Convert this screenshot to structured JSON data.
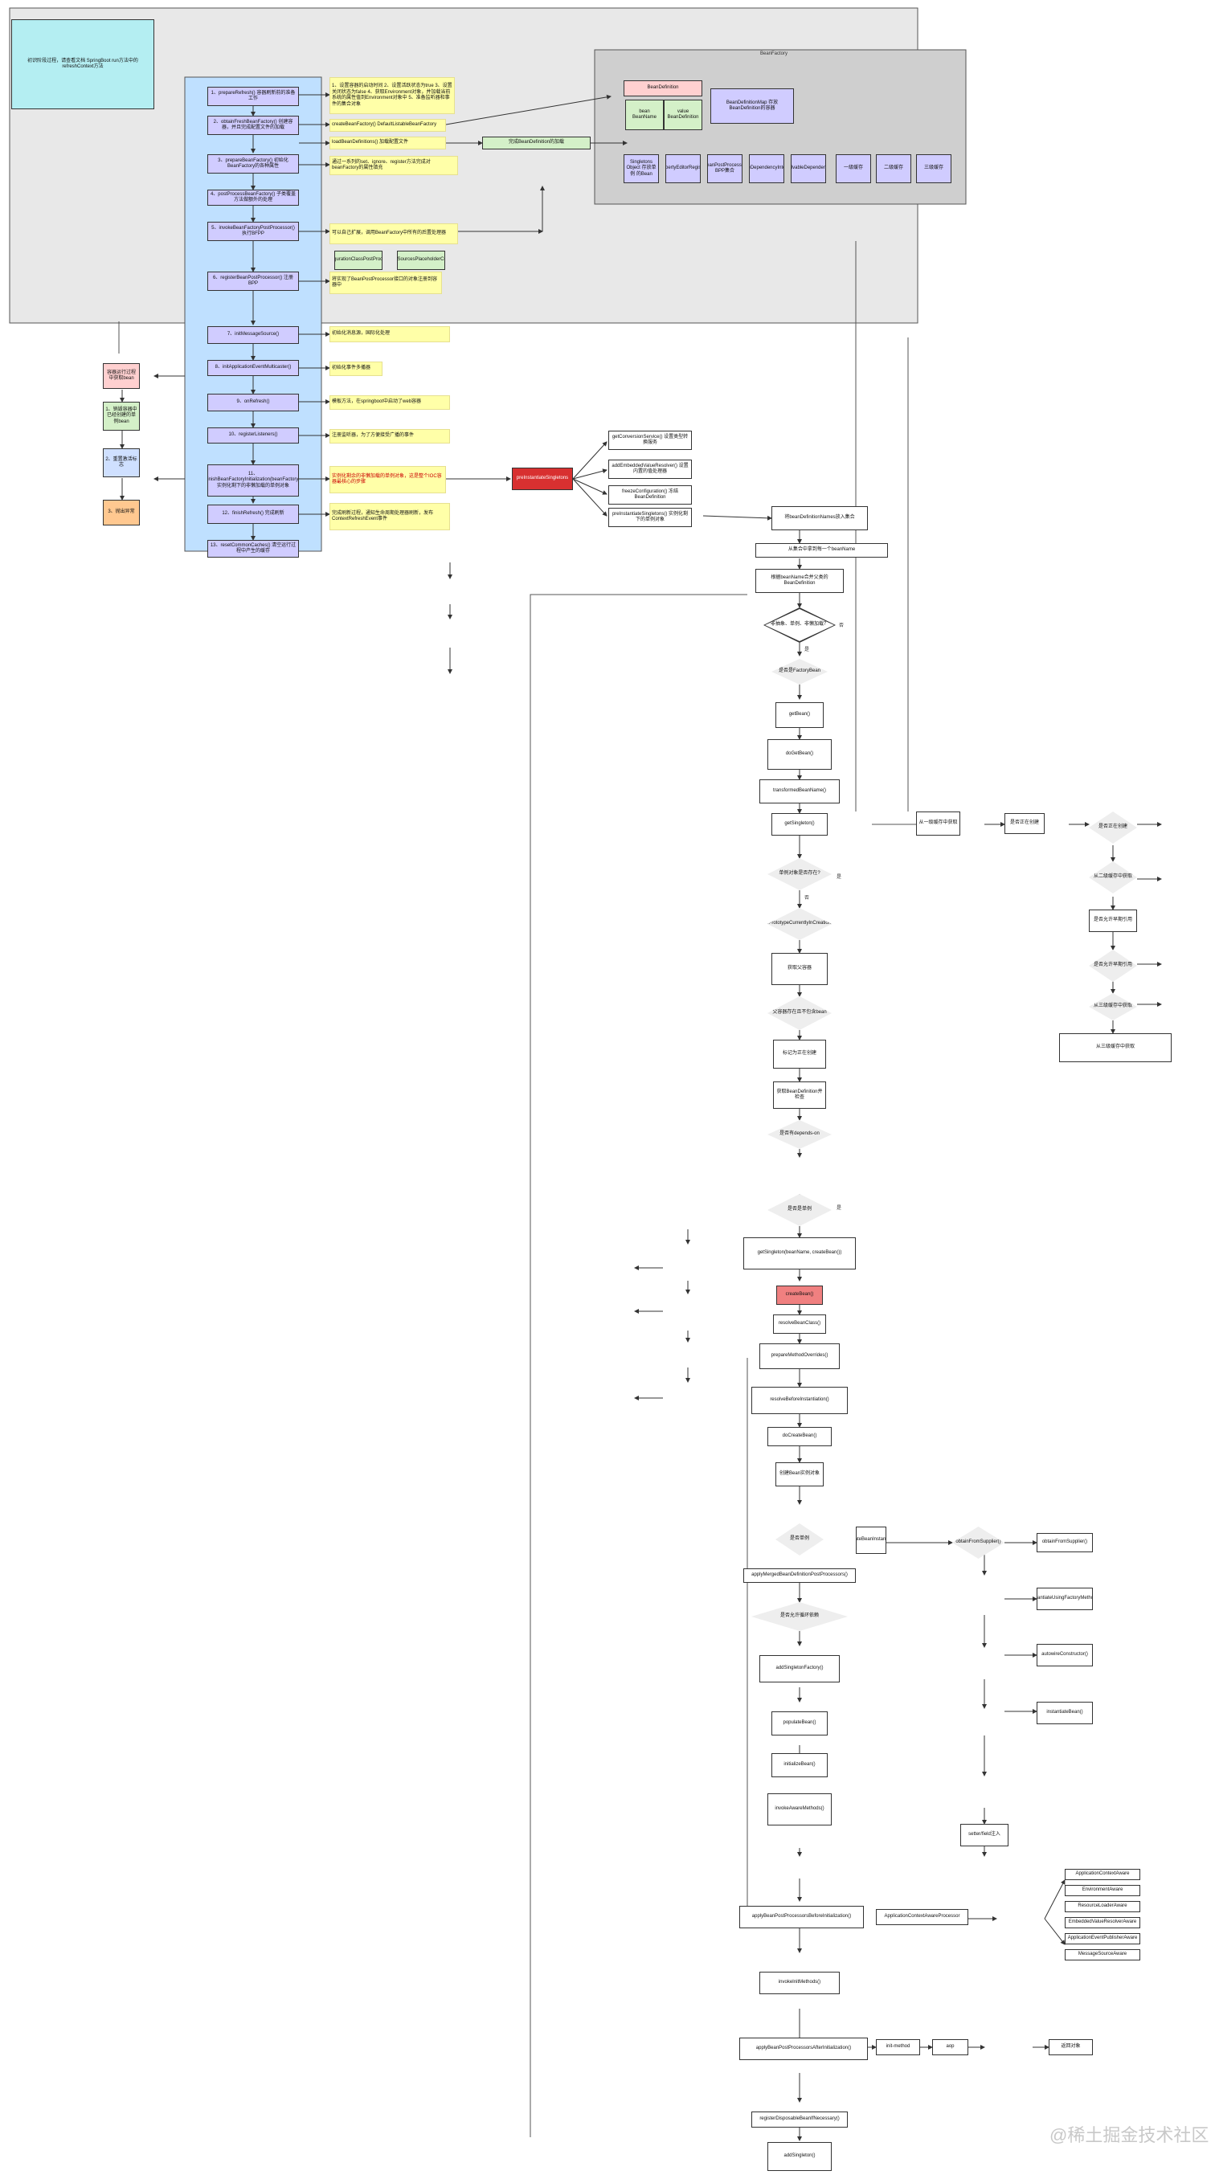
{
  "header_note": "初识阶段过程，请查看文档 SpringBoot run方法中的 refreshContext方法",
  "bean_factory_title": "BeanFactory",
  "watermark": "@稀土掘金技术社区",
  "bf_items": [
    {
      "text": "BeanDefinition"
    },
    {
      "text": "bean BeanName"
    },
    {
      "text": "value BeanDefinition"
    },
    {
      "text": "BeanDefinitionMap 存放BeanDefinition的容器"
    },
    {
      "text": "Singletons Object 存放单例 的Bean"
    },
    {
      "text": "PropertyEditorRegistrar"
    },
    {
      "text": "beanPostProcessor BPP集合"
    },
    {
      "text": "ignoreDependencyInterface"
    },
    {
      "text": "resolvableDependencies"
    },
    {
      "text": "一级缓存"
    },
    {
      "text": "二级缓存"
    },
    {
      "text": "三级缓存"
    }
  ],
  "steps": [
    {
      "text": "1、prepareRefresh() 容器刷新前的准备工作"
    },
    {
      "text": "2、obtainFreshBeanFactory() 创建容器，并且完成配置文件的加载"
    },
    {
      "text": "3、prepareBeanFactory() 初始化BeanFactory的各种属性"
    },
    {
      "text": "4、postProcessBeanFactory() 子类覆盖方法做额外的处理"
    },
    {
      "text": "5、invokeBeanFactoryPostProcessor() 执行BFPP"
    },
    {
      "text": "6、registerBeanPostProcessor() 注册BPP"
    },
    {
      "text": "7、initMessageSource()"
    },
    {
      "text": "8、initApplicationEventMulticaster()"
    },
    {
      "text": "9、onRefresh()"
    },
    {
      "text": "10、registerListeners()"
    },
    {
      "text": "11、finishBeanFactoryInitialization(beanFactory) 实例化剩下的非懒加载的单例对象"
    },
    {
      "text": "12、finishRefresh() 完成刷新"
    },
    {
      "text": "13、resetCommonCaches() 清空运行过程中产生的缓存"
    }
  ],
  "notes": [
    {
      "text": "1、设置容器的启动时间 2、设置活跃状态为true 3、设置关闭状态为false 4、获取Environment对象，并加载当前系统的属性值到Environment对象中 5、准备监听器和事件的集合对象"
    },
    {
      "text": "createBeanFactory() DefaultListableBeanFactory"
    },
    {
      "text": "loadBeanDefinitions() 加载配置文件"
    },
    {
      "text": "通过一系列的set、ignore、register方法完成对beanFactory的属性填充"
    },
    {
      "text": "可以自己扩展，调用BeanFactory中所有的后置处理器"
    },
    {
      "text": "将实现了BeanPostProcessor接口的对象注册到容器中"
    },
    {
      "text": "初始化消息源，国际化处理"
    },
    {
      "text": "初始化事件多播器"
    },
    {
      "text": "模板方法，在springboot中启动了web容器"
    },
    {
      "text": "注册监听器，为了方便接受广播的事件"
    },
    {
      "text": "实例化剩余的非懒加载的单例对象，这是整个IOC容器最核心的步骤"
    },
    {
      "text": "完成刷新过程，通知生命周期处理器刷新，发布ContextRefreshEvent事件"
    }
  ],
  "bfpp_items": [
    {
      "text": "ConfigurationClassPostProcessor"
    },
    {
      "text": "PropertySourcesPlaceholderConfigurer"
    }
  ],
  "bd_load_note": "完成BeanDefinition的加载",
  "left_column": [
    {
      "text": "容器运行过程中获取bean"
    },
    {
      "text": "1、销毁容器中已经创建的单例bean"
    },
    {
      "text": "2、重置激活标志"
    },
    {
      "text": "3、抛出异常"
    }
  ],
  "core_label": "preInstantiateSingletons",
  "mid_items": [
    {
      "text": "getConversionService() 设置类型转换服务"
    },
    {
      "text": "addEmbeddedValueResolver() 设置内置的值处理器"
    },
    {
      "text": "freezeConfiguration() 冻结BeanDefinition"
    },
    {
      "text": "preInstantiateSingletons() 实例化剩下的单例对象"
    }
  ],
  "flow": [
    {
      "text": "将beanDefinitionNames放入集合"
    },
    {
      "text": "从集合中拿到每一个beanName"
    },
    {
      "text": "根据beanName合并父类的BeanDefinition"
    },
    {
      "text": "非抽象、单例、非懒加载？"
    },
    {
      "text": "是否是FactoryBean"
    },
    {
      "text": "getBean()"
    },
    {
      "text": "doGetBean()"
    },
    {
      "text": "transformedBeanName()"
    },
    {
      "text": "getSingleton()"
    },
    {
      "text": "单例对象是否存在?"
    },
    {
      "text": "isPrototypeCurrentlyInCreation()"
    },
    {
      "text": "获取父容器"
    },
    {
      "text": "父容器存在且不包含bean"
    },
    {
      "text": "标记为正在创建"
    },
    {
      "text": "获取BeanDefinition并检查"
    },
    {
      "text": "是否有depends-on"
    },
    {
      "text": "是否是单例"
    },
    {
      "text": "getSingleton(beanName, createBean())"
    },
    {
      "text": "createBean()"
    },
    {
      "text": "resolveBeanClass()"
    },
    {
      "text": "prepareMethodOverrides()"
    },
    {
      "text": "resolveBeforeInstantiation()"
    },
    {
      "text": "doCreateBean()"
    },
    {
      "text": "创建Bean实例对象"
    },
    {
      "text": "是否单例"
    },
    {
      "text": "createBeanInstance()"
    },
    {
      "text": "applyMergedBeanDefinitionPostProcessors()"
    },
    {
      "text": "是否允许循环依赖"
    },
    {
      "text": "addSingletonFactory()"
    },
    {
      "text": "populateBean()"
    },
    {
      "text": "initializeBean()"
    },
    {
      "text": "invokeAwareMethods()"
    },
    {
      "text": "applyBeanPostProcessorsBeforeInitialization()"
    },
    {
      "text": "invokeInitMethods()"
    },
    {
      "text": "applyBeanPostProcessorsAfterInitialization()"
    },
    {
      "text": "registerDisposableBeanIfNecessary()"
    },
    {
      "text": "addSingleton()"
    }
  ],
  "cache_flow": [
    {
      "text": "从一级缓存中获取"
    },
    {
      "text": "是否正在创建"
    },
    {
      "text": "从二级缓存中获取"
    },
    {
      "text": "是否允许早期引用"
    },
    {
      "text": "从三级缓存中获取"
    }
  ],
  "right_flow": [
    {
      "text": "obtainFromSupplier()"
    },
    {
      "text": "instantiateUsingFactoryMethod()"
    },
    {
      "text": "autowireConstructor()"
    },
    {
      "text": "instantiateBean()"
    },
    {
      "text": "setter/field注入"
    }
  ],
  "aware_items": [
    {
      "text": "ApplicationContextAware"
    },
    {
      "text": "EnvironmentAware"
    },
    {
      "text": "ResourceLoaderAware"
    },
    {
      "text": "EmbeddedValueResolverAware"
    },
    {
      "text": "ApplicationEventPublisherAware"
    },
    {
      "text": "MessageSourceAware"
    }
  ],
  "bottom_flow": [
    {
      "text": "ApplicationContextAwareProcessor"
    },
    {
      "text": "init-method"
    },
    {
      "text": "aop"
    },
    {
      "text": "返回对象"
    }
  ],
  "labels": {
    "yes": "是",
    "no": "否"
  }
}
